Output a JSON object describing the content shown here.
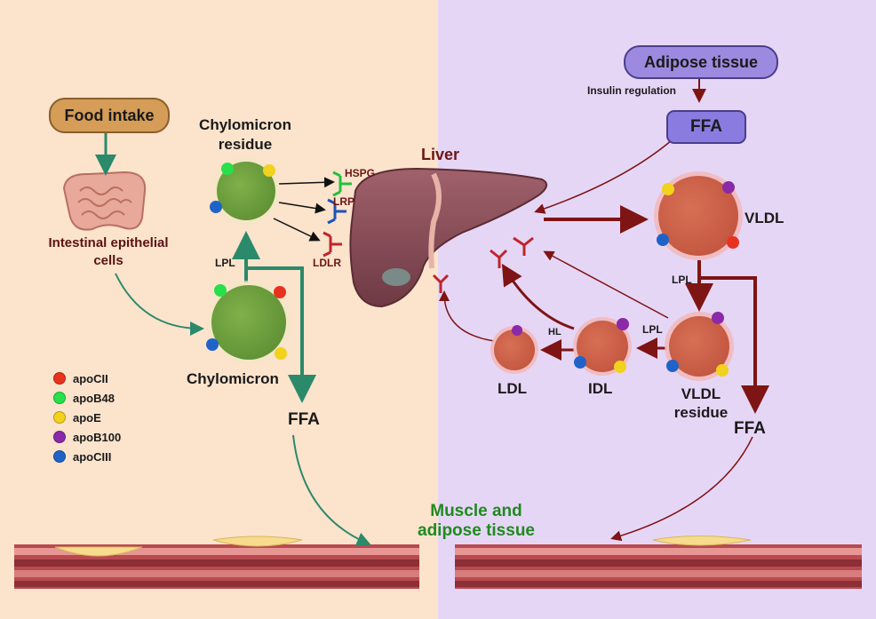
{
  "colors": {
    "apoCII": "#e8321e",
    "apoB48": "#27e04a",
    "apoE": "#f2d21a",
    "apoB100": "#8a2aa8",
    "apoCIII": "#1f63c9",
    "green_arrow": "#2a8a6a",
    "dark_red_arrow": "#7e1414",
    "muscle_label": "#1f8a1f",
    "liver_label": "#6b1616"
  },
  "labels": {
    "food_intake": "Food intake",
    "intestinal": "Intestinal epithelial\ncells",
    "chylomicron_residue": "Chylomicron\nresidue",
    "chylomicron": "Chylomicron",
    "lpl_left": "LPL",
    "ffa_left": "FFA",
    "liver": "Liver",
    "hspg": "HSPG",
    "lrp": "LRP",
    "ldlr": "LDLR",
    "adipose": "Adipose tissue",
    "insulin": "Insulin regulation",
    "ffa_top": "FFA",
    "vldl": "VLDL",
    "lpl_right": "LPL",
    "lpl_mid": "LPL",
    "hl": "HL",
    "ldl": "LDL",
    "idl": "IDL",
    "vldl_residue": "VLDL\nresidue",
    "ffa_right": "FFA",
    "muscle": "Muscle and\nadipose tissue"
  },
  "legend": [
    {
      "label": "apoCII",
      "color": "#e8321e"
    },
    {
      "label": "apoB48",
      "color": "#27e04a"
    },
    {
      "label": "apoE",
      "color": "#f2d21a"
    },
    {
      "label": "apoB100",
      "color": "#8a2aa8"
    },
    {
      "label": "apoCIII",
      "color": "#1f63c9"
    }
  ]
}
